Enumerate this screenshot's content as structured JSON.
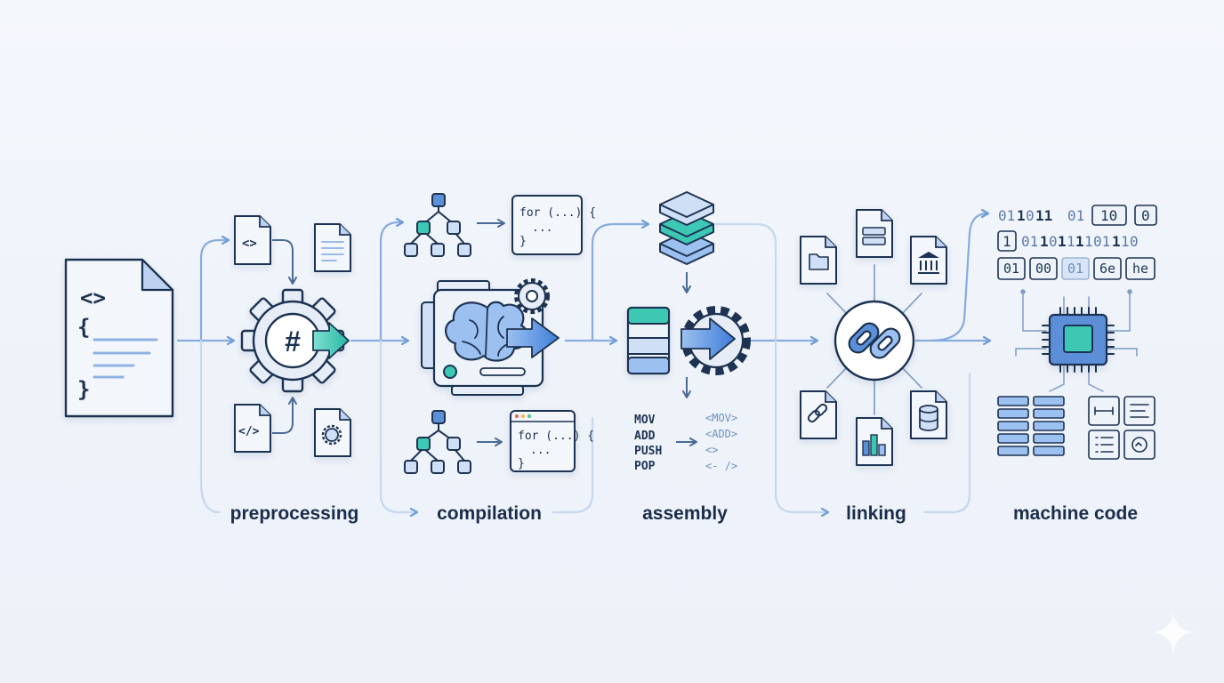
{
  "stages": [
    {
      "label": "preprocessing"
    },
    {
      "label": "compilation"
    },
    {
      "label": "assembly"
    },
    {
      "label": "linking"
    },
    {
      "label": "machine code"
    }
  ],
  "source_file": {
    "code_glyph": "<>",
    "brace_open": "{",
    "brace_close": "}"
  },
  "preprocessing": {
    "hash_symbol": "#",
    "top_file_glyph": "<>",
    "bottom_file_glyph": "</>"
  },
  "compilation": {
    "code_top": [
      "for (...) {",
      "...",
      "}"
    ],
    "code_bottom": [
      "for (...) {",
      "...",
      "}"
    ]
  },
  "assembly": {
    "instructions": [
      "MOV",
      "ADD",
      "PUSH",
      "POP"
    ],
    "tokens": [
      "<MOV>",
      "<ADD>",
      "<>",
      "<- />"
    ]
  },
  "machine_code": {
    "row1": [
      "01",
      "1",
      "0",
      "11",
      "01",
      "10",
      "0"
    ],
    "row2": [
      "1",
      "01",
      "1",
      "0",
      "1",
      "1",
      "1",
      "1",
      "01",
      "1",
      "1",
      "0"
    ],
    "row3": [
      "01",
      "00",
      "01",
      "6e",
      "he"
    ]
  },
  "colors": {
    "line": "#1e3352",
    "accent_blue": "#5b8fd8",
    "accent_teal": "#3cc8b4",
    "flow": "#7fa6dc"
  }
}
